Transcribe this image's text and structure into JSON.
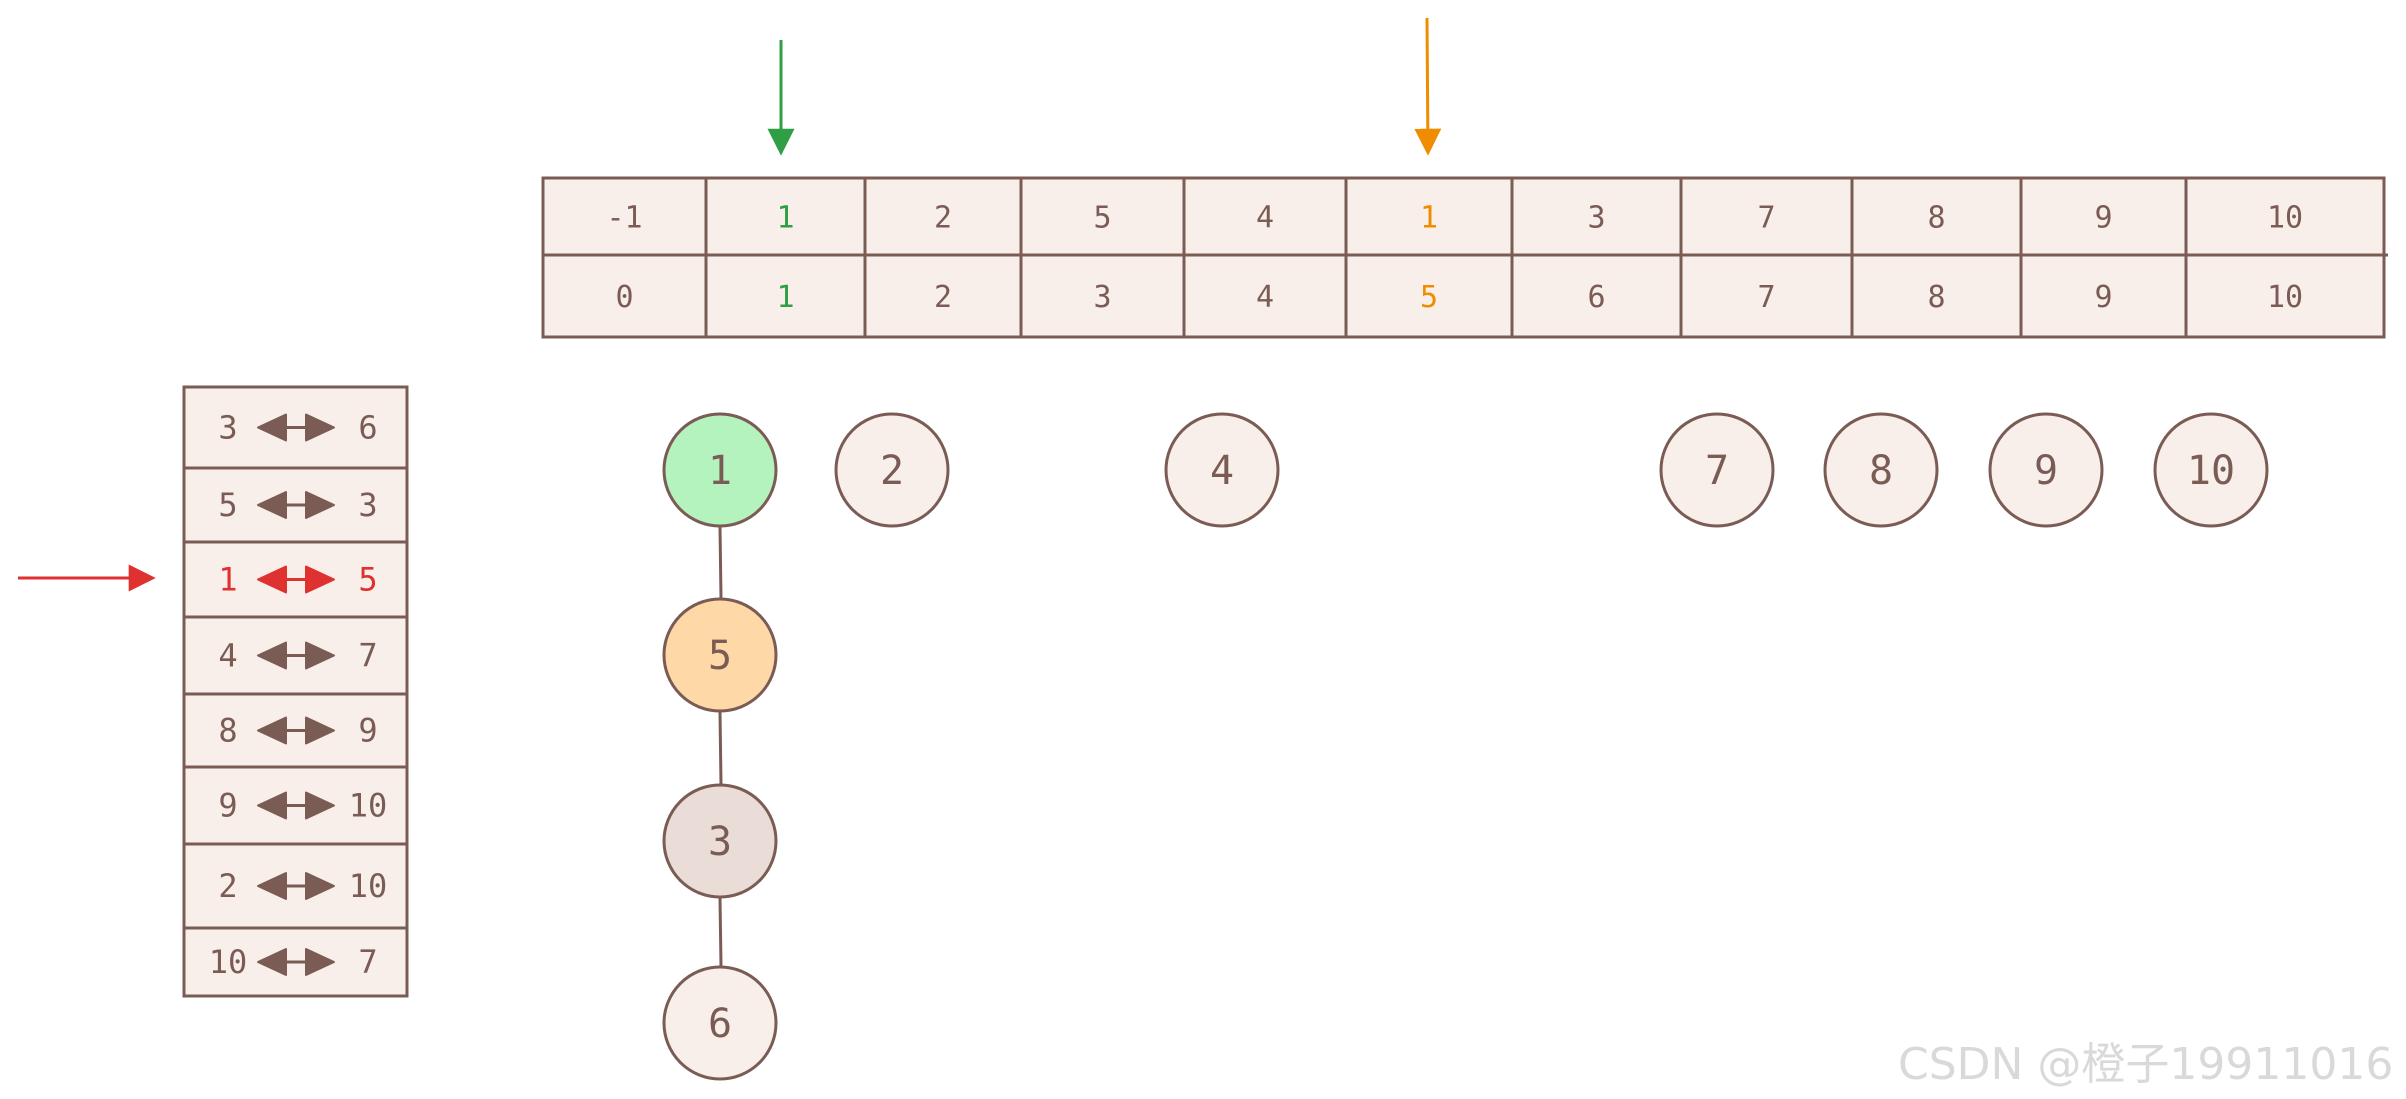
{
  "array": {
    "parent_row": [
      "-1",
      "1",
      "2",
      "5",
      "4",
      "1",
      "3",
      "7",
      "8",
      "9",
      "10"
    ],
    "index_row": [
      "0",
      "1",
      "2",
      "3",
      "4",
      "5",
      "6",
      "7",
      "8",
      "9",
      "10"
    ],
    "highlight": {
      "green_col": 1,
      "orange_col": 5
    }
  },
  "pairs": [
    {
      "left": "3",
      "right": "6"
    },
    {
      "left": "5",
      "right": "3"
    },
    {
      "left": "1",
      "right": "5"
    },
    {
      "left": "4",
      "right": "7"
    },
    {
      "left": "8",
      "right": "9"
    },
    {
      "left": "9",
      "right": "10"
    },
    {
      "left": "2",
      "right": "10"
    },
    {
      "left": "10",
      "right": "7"
    }
  ],
  "current_pair": 2,
  "nodes": [
    {
      "label": "1",
      "fill": "#b4f2be"
    },
    {
      "label": "2",
      "fill": "#f8efeb"
    },
    {
      "label": "4",
      "fill": "#f8efeb"
    },
    {
      "label": "7",
      "fill": "#f8efeb"
    },
    {
      "label": "8",
      "fill": "#f8efeb"
    },
    {
      "label": "9",
      "fill": "#f8efeb"
    },
    {
      "label": "10",
      "fill": "#f8efeb"
    },
    {
      "label": "5",
      "fill": "#ffd8a8"
    },
    {
      "label": "3",
      "fill": "#eadcd7"
    },
    {
      "label": "6",
      "fill": "#f8efeb"
    }
  ],
  "colors": {
    "stroke": "#7a5c55",
    "cell_fill": "#f8efeb",
    "green": "#2f9e44",
    "orange": "#f08c00",
    "red": "#e03131"
  },
  "watermark": "CSDN @橙子19911016"
}
